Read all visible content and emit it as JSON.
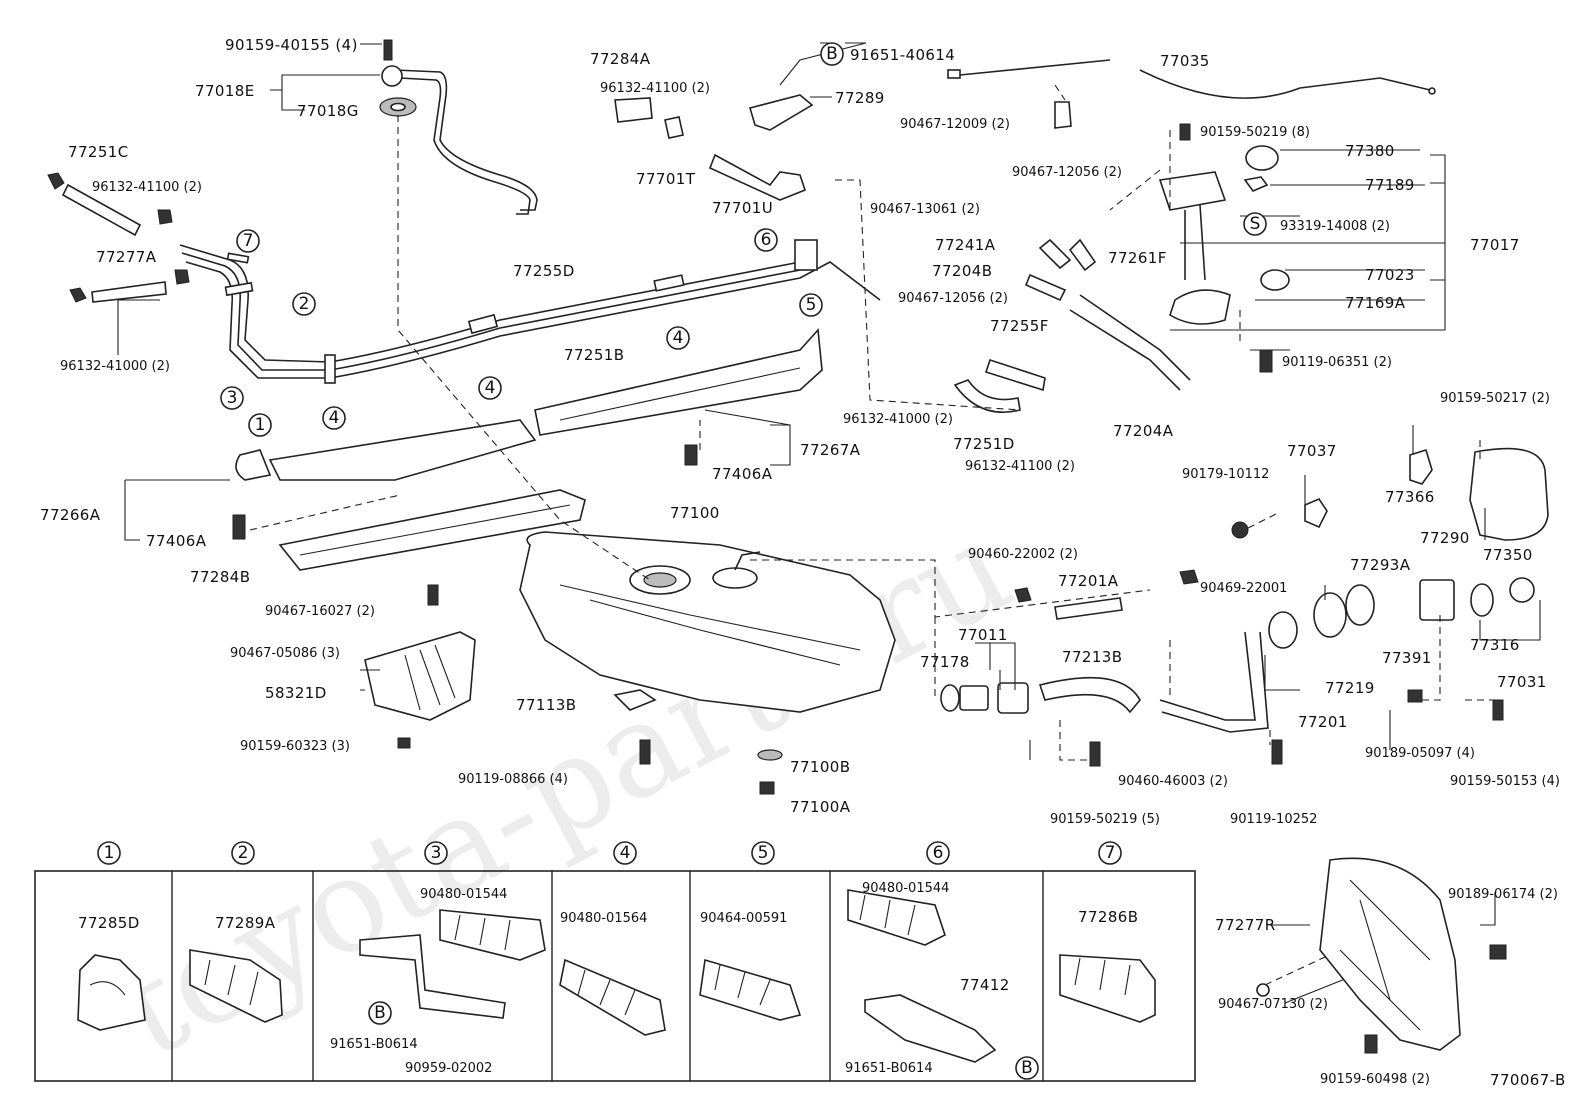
{
  "callouts": [
    {
      "id": "c1",
      "text": "90159-40155 (4)"
    },
    {
      "id": "c2",
      "text": "77018E"
    },
    {
      "id": "c3",
      "text": "77018G"
    },
    {
      "id": "c4",
      "text": "77251C"
    },
    {
      "id": "c5",
      "text": "96132-41100 (2)"
    },
    {
      "id": "c6",
      "text": "77277A"
    },
    {
      "id": "c7",
      "text": "96132-41000 (2)"
    },
    {
      "id": "c8",
      "text": "77255D"
    },
    {
      "id": "c9",
      "text": "77251B"
    },
    {
      "id": "c10",
      "text": "77284A"
    },
    {
      "id": "c11",
      "text": "96132-41100 (2)"
    },
    {
      "id": "c12",
      "text": "77701T"
    },
    {
      "id": "c13",
      "text": "77701U"
    },
    {
      "id": "c14",
      "text": "91651-40614"
    },
    {
      "id": "c15",
      "text": "77289"
    },
    {
      "id": "c16",
      "text": "90467-12009 (2)"
    },
    {
      "id": "c17",
      "text": "77035"
    },
    {
      "id": "c18",
      "text": "90159-50219 (8)"
    },
    {
      "id": "c19",
      "text": "77380"
    },
    {
      "id": "c20",
      "text": "77189"
    },
    {
      "id": "c21",
      "text": "93319-14008 (2)"
    },
    {
      "id": "c22",
      "text": "77017"
    },
    {
      "id": "c23",
      "text": "77023"
    },
    {
      "id": "c24",
      "text": "77169A"
    },
    {
      "id": "c25",
      "text": "90467-12056 (2)"
    },
    {
      "id": "c26",
      "text": "90467-13061 (2)"
    },
    {
      "id": "c27",
      "text": "77241A"
    },
    {
      "id": "c28",
      "text": "77261F"
    },
    {
      "id": "c29",
      "text": "77204B"
    },
    {
      "id": "c30",
      "text": "90467-12056 (2)"
    },
    {
      "id": "c31",
      "text": "77255F"
    },
    {
      "id": "c32",
      "text": "90119-06351 (2)"
    },
    {
      "id": "c33",
      "text": "96132-41000 (2)"
    },
    {
      "id": "c34",
      "text": "77251D"
    },
    {
      "id": "c35",
      "text": "96132-41100 (2)"
    },
    {
      "id": "c36",
      "text": "77204A"
    },
    {
      "id": "c37",
      "text": "77267A"
    },
    {
      "id": "c38",
      "text": "77406A"
    },
    {
      "id": "c39",
      "text": "77266A"
    },
    {
      "id": "c40",
      "text": "77406A"
    },
    {
      "id": "c41",
      "text": "77284B"
    },
    {
      "id": "c42",
      "text": "90467-16027 (2)"
    },
    {
      "id": "c43",
      "text": "90467-05086 (3)"
    },
    {
      "id": "c44",
      "text": "58321D"
    },
    {
      "id": "c45",
      "text": "90159-60323 (3)"
    },
    {
      "id": "c46",
      "text": "77100"
    },
    {
      "id": "c47",
      "text": "77113B"
    },
    {
      "id": "c48",
      "text": "90119-08866 (4)"
    },
    {
      "id": "c49",
      "text": "77100B"
    },
    {
      "id": "c50",
      "text": "77100A"
    },
    {
      "id": "c51",
      "text": "90460-22002 (2)"
    },
    {
      "id": "c52",
      "text": "77201A"
    },
    {
      "id": "c53",
      "text": "90469-22001"
    },
    {
      "id": "c54",
      "text": "77011"
    },
    {
      "id": "c55",
      "text": "77178"
    },
    {
      "id": "c56",
      "text": "77213B"
    },
    {
      "id": "c57",
      "text": "90460-46003 (2)"
    },
    {
      "id": "c58",
      "text": "90159-50219 (5)"
    },
    {
      "id": "c59",
      "text": "90119-10252"
    },
    {
      "id": "c60",
      "text": "77201"
    },
    {
      "id": "c61",
      "text": "77219"
    },
    {
      "id": "c62",
      "text": "77293A"
    },
    {
      "id": "c63",
      "text": "77391"
    },
    {
      "id": "c64",
      "text": "77290"
    },
    {
      "id": "c65",
      "text": "77316"
    },
    {
      "id": "c66",
      "text": "77031"
    },
    {
      "id": "c67",
      "text": "90189-05097 (4)"
    },
    {
      "id": "c68",
      "text": "90159-50153 (4)"
    },
    {
      "id": "c69",
      "text": "77037"
    },
    {
      "id": "c70",
      "text": "90179-10112"
    },
    {
      "id": "c71",
      "text": "77366"
    },
    {
      "id": "c72",
      "text": "90159-50217 (2)"
    },
    {
      "id": "c73",
      "text": "77350"
    },
    {
      "id": "c74",
      "text": "77285D"
    },
    {
      "id": "c75",
      "text": "77289A"
    },
    {
      "id": "c76",
      "text": "90480-01544"
    },
    {
      "id": "c77",
      "text": "91651-B0614"
    },
    {
      "id": "c78",
      "text": "90959-02002"
    },
    {
      "id": "c79",
      "text": "90480-01564"
    },
    {
      "id": "c80",
      "text": "90464-00591"
    },
    {
      "id": "c81",
      "text": "90480-01544"
    },
    {
      "id": "c82",
      "text": "77412"
    },
    {
      "id": "c83",
      "text": "91651-B0614"
    },
    {
      "id": "c84",
      "text": "77286B"
    },
    {
      "id": "c85",
      "text": "77277R"
    },
    {
      "id": "c86",
      "text": "90189-06174 (2)"
    },
    {
      "id": "c87",
      "text": "90467-07130 (2)"
    },
    {
      "id": "c88",
      "text": "90159-60498 (2)"
    },
    {
      "id": "c89",
      "text": "770067-B"
    }
  ],
  "markers": {
    "one": "1",
    "two": "2",
    "three": "3",
    "four": "4",
    "five": "5",
    "six": "6",
    "seven": "7",
    "b": "B",
    "s": "S"
  },
  "watermark": "toyota-parts.ru"
}
